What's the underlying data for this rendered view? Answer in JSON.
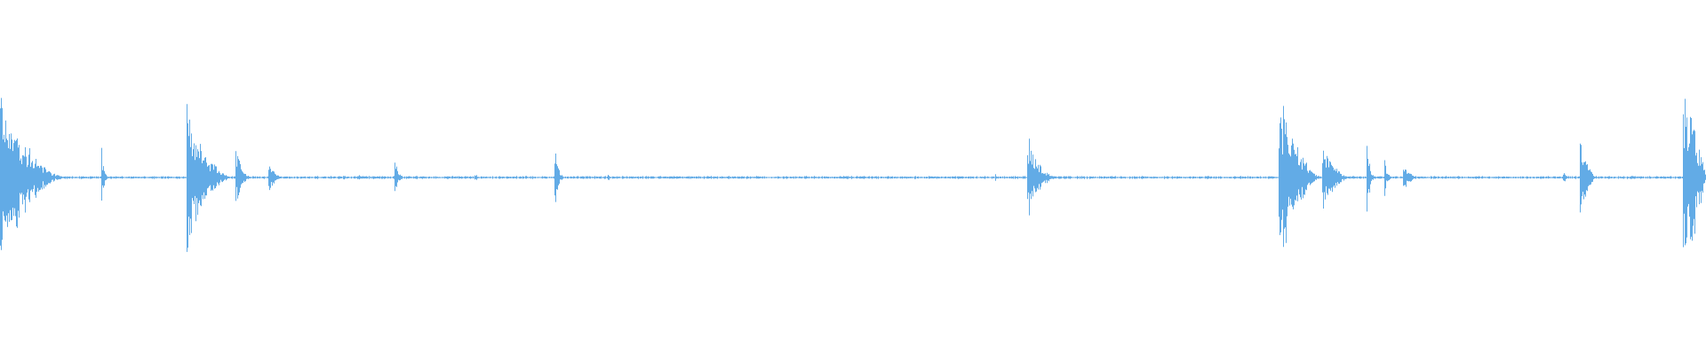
{
  "colors": {
    "background": "#ffffff",
    "waveform": "#62abe6"
  },
  "waveform": {
    "description_values_are_normalized_amplitudes": true,
    "segments": [
      {
        "start": 0.0,
        "end": 0.042,
        "peak": 0.5,
        "decay": 2.2,
        "density": 1.0
      },
      {
        "start": 0.059,
        "end": 0.066,
        "peak": 0.19,
        "decay": 4.0,
        "density": 1.0
      },
      {
        "start": 0.109,
        "end": 0.138,
        "peak": 0.42,
        "decay": 2.0,
        "density": 1.0
      },
      {
        "start": 0.138,
        "end": 0.15,
        "peak": 0.2,
        "decay": 3.0,
        "density": 1.0
      },
      {
        "start": 0.157,
        "end": 0.168,
        "peak": 0.13,
        "decay": 3.0,
        "density": 1.0
      },
      {
        "start": 0.201,
        "end": 0.203,
        "peak": 0.02,
        "decay": 1.0,
        "density": 1.0
      },
      {
        "start": 0.209,
        "end": 0.213,
        "peak": 0.03,
        "decay": 1.5,
        "density": 1.0
      },
      {
        "start": 0.231,
        "end": 0.24,
        "peak": 0.12,
        "decay": 3.5,
        "density": 1.0
      },
      {
        "start": 0.278,
        "end": 0.283,
        "peak": 0.03,
        "decay": 2.0,
        "density": 1.0
      },
      {
        "start": 0.325,
        "end": 0.335,
        "peak": 0.2,
        "decay": 4.5,
        "density": 1.0
      },
      {
        "start": 0.356,
        "end": 0.359,
        "peak": 0.03,
        "decay": 2.0,
        "density": 1.0
      },
      {
        "start": 0.583,
        "end": 0.584,
        "peak": 0.04,
        "decay": 1.0,
        "density": 1.0
      },
      {
        "start": 0.602,
        "end": 0.625,
        "peak": 0.25,
        "decay": 3.0,
        "density": 1.0
      },
      {
        "start": 0.749,
        "end": 0.775,
        "peak": 0.53,
        "decay": 1.8,
        "density": 1.0
      },
      {
        "start": 0.775,
        "end": 0.795,
        "peak": 0.2,
        "decay": 2.5,
        "density": 1.0
      },
      {
        "start": 0.801,
        "end": 0.808,
        "peak": 0.18,
        "decay": 3.0,
        "density": 1.0
      },
      {
        "start": 0.811,
        "end": 0.818,
        "peak": 0.12,
        "decay": 3.0,
        "density": 1.0
      },
      {
        "start": 0.822,
        "end": 0.835,
        "peak": 0.08,
        "decay": 2.5,
        "density": 1.0
      },
      {
        "start": 0.916,
        "end": 0.92,
        "peak": 0.04,
        "decay": 2.0,
        "density": 1.0
      },
      {
        "start": 0.926,
        "end": 0.94,
        "peak": 0.23,
        "decay": 3.0,
        "density": 1.0
      },
      {
        "start": 0.986,
        "end": 1.0,
        "peak": 0.6,
        "decay": 1.0,
        "density": 1.0
      }
    ],
    "noise_floor": 0.006
  }
}
